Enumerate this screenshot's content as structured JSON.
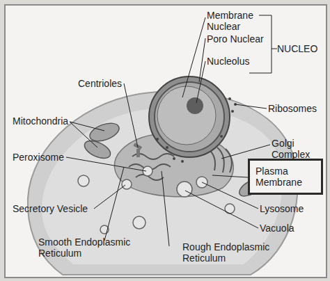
{
  "diagram": {
    "nodes": [
      {
        "text": [
          "Plasma Membrane"
        ]
      }
    ],
    "labels": [
      "Membrane Nuclear",
      "Poro Nuclear",
      "NUCLEO",
      "Nucleolus",
      "Centrioles",
      "Ribosomes",
      "Mitochondria",
      "Golgi Complex",
      "Peroxisome",
      "Secretory Vesicle",
      "Lysosome",
      "Vacuola",
      "Smooth Endoplasmic Reticulum",
      "Rough Endoplasmic Reticulum"
    ]
  }
}
